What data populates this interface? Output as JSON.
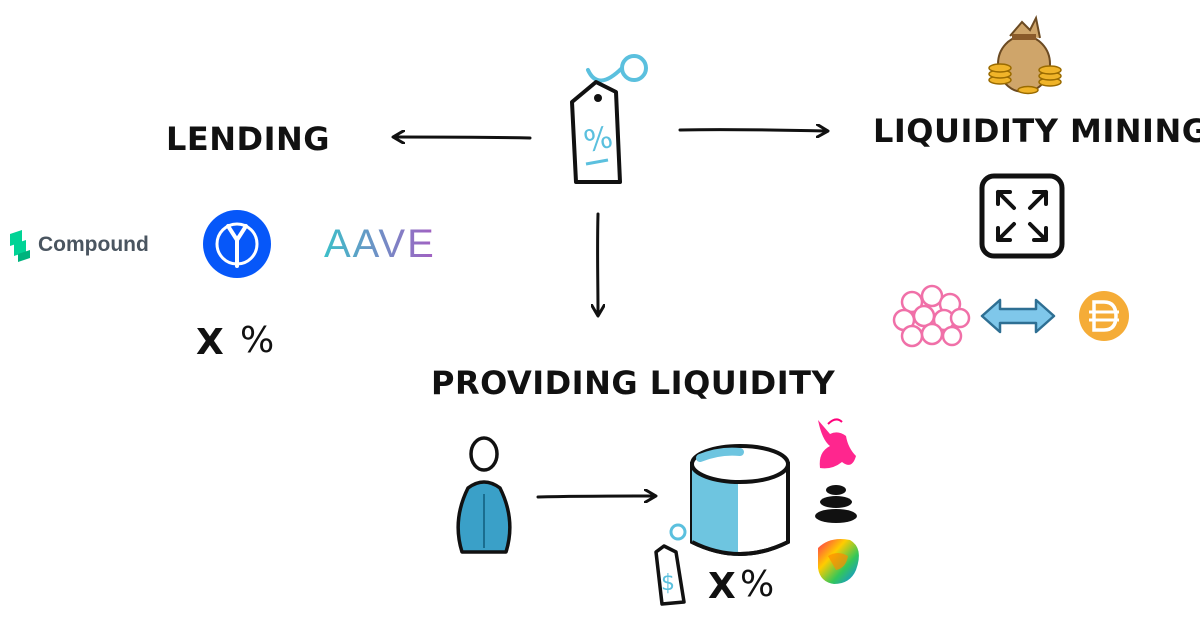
{
  "nodes": {
    "lending": {
      "label": "LENDING"
    },
    "liquidity_mining": {
      "label": "LIQUIDITY MINING"
    },
    "providing_liquidity": {
      "label": "PROVIDING LIQUIDITY"
    }
  },
  "lending_protocols": {
    "compound": "Compound",
    "aave": "AAVE",
    "yearn_icon": "yearn-logo"
  },
  "lending_rate": {
    "x": "X",
    "pct": "%"
  },
  "pool_rate": {
    "x": "X",
    "pct": "%"
  },
  "mining_icons": [
    "money-bag",
    "expand-arrows",
    "pink-token",
    "two-way-arrow",
    "dai-token"
  ],
  "pool_protocol_icons": [
    "uniswap-unicorn",
    "balancer-stack",
    "curve-rainbow"
  ],
  "colors": {
    "accent_blue": "#5bc0de",
    "aave_teal": "#3dbfc9",
    "aave_purple": "#a45ec2",
    "compound_green": "#00d395",
    "yearn_blue": "#0657f9",
    "dai_gold": "#f5ac37",
    "uniswap_pink": "#ff007a"
  }
}
